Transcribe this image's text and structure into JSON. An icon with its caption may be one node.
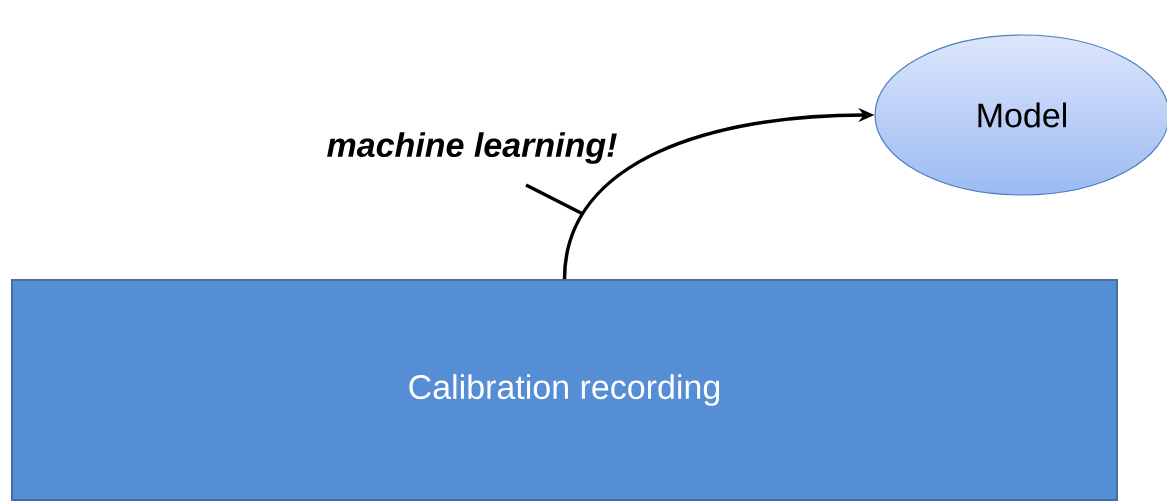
{
  "diagram": {
    "nodes": [
      {
        "text": [
          "Calibration recording"
        ]
      },
      {
        "text": [
          "Model"
        ]
      },
      {
        "text": [
          "machine learning!"
        ]
      }
    ],
    "edges": [
      {
        "from": 0,
        "to": 1,
        "arrow": "to"
      },
      {
        "from": 2,
        "to": null,
        "arrow": "none"
      }
    ]
  }
}
